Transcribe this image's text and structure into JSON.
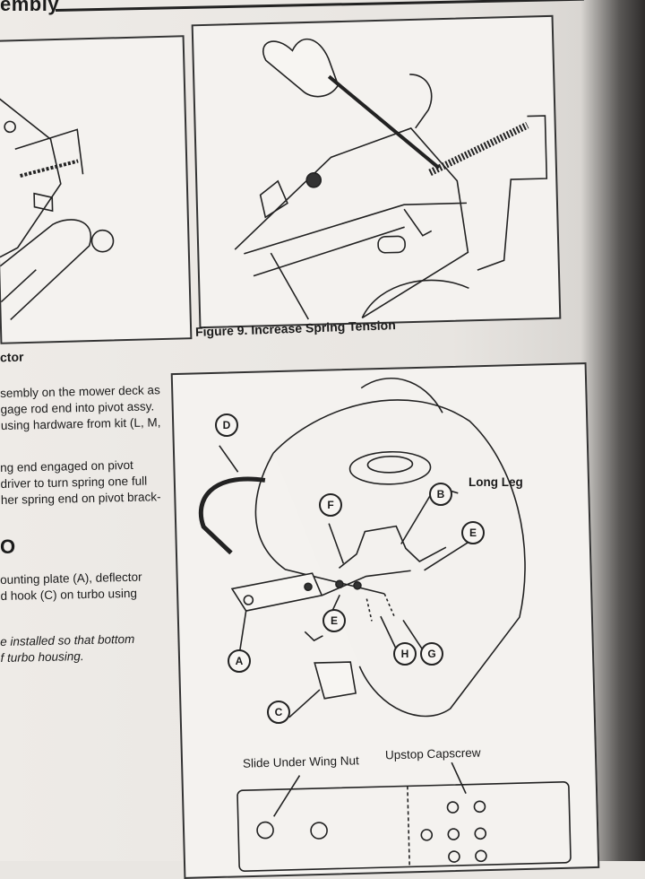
{
  "header": {
    "title": "embly"
  },
  "figures": {
    "left_caption": "ctor",
    "right_caption": "Figure 9.  Increase Spring Tension",
    "callouts": [
      "D",
      "F",
      "B",
      "E",
      "E",
      "A",
      "H",
      "G",
      "C"
    ],
    "long_leg_label": "Long Leg",
    "slide_label": "Slide Under Wing Nut",
    "upstop_label": "Upstop Capscrew"
  },
  "text": {
    "p1": [
      "sembly on the mower deck as",
      "gage rod end into pivot assy.",
      "using hardware from kit (L, M,"
    ],
    "p2": [
      "ng end engaged on pivot",
      "driver to turn spring one full",
      "her spring end on pivot brack-"
    ],
    "section": "O",
    "p3": [
      "ounting plate (A), deflector",
      "d hook (C) on turbo using"
    ],
    "p4": [
      "e installed so that bottom",
      "f turbo housing."
    ]
  }
}
